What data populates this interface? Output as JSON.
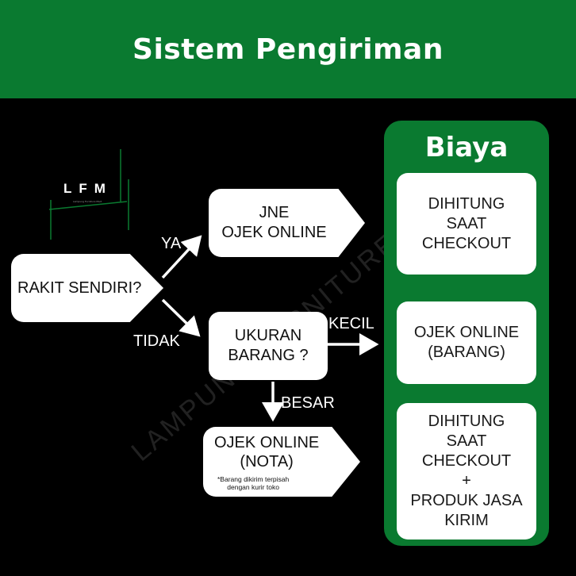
{
  "header": {
    "title": "Sistem Pengiriman"
  },
  "logo": {
    "text": "LFM",
    "subtext": "Lampung Furniture Mart"
  },
  "watermark": "LAMPUNG FURNITURE MART",
  "flow": {
    "start": "RAKIT SENDIRI?",
    "yes_label": "YA",
    "no_label": "TIDAK",
    "jne": "JNE\nOJEK ONLINE",
    "size_question": "UKURAN\nBARANG ?",
    "small_label": "KECIL",
    "big_label": "BESAR",
    "ojek_nota": "OJEK ONLINE\n(NOTA)",
    "note": "*Barang dikirim terpisah\ndengan kurir toko"
  },
  "cost": {
    "title": "Biaya",
    "cards": [
      "DIHITUNG\nSAAT\nCHECKOUT",
      "OJEK ONLINE\n(BARANG)",
      "DIHITUNG\nSAAT\nCHECKOUT\n+\nPRODUK JASA\nKIRIM"
    ]
  },
  "colors": {
    "green": "#0a7a30",
    "background": "#000000",
    "box": "#ffffff"
  }
}
